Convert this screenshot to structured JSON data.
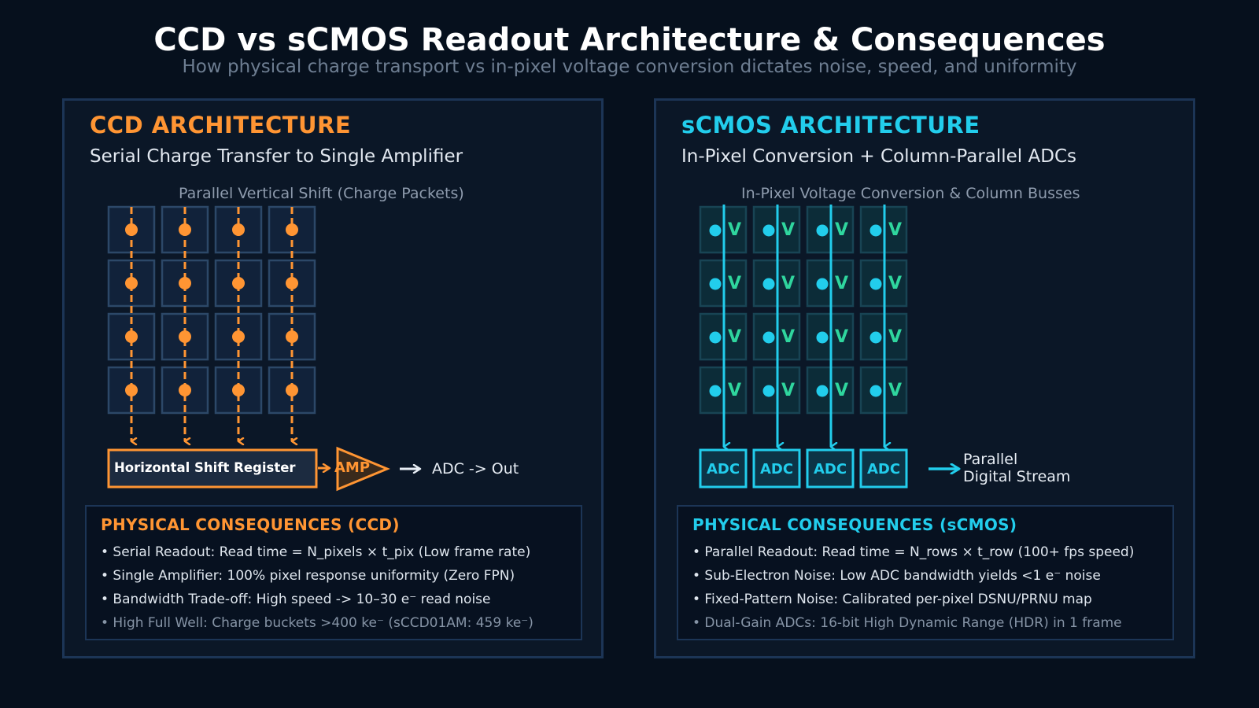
{
  "header": {
    "title": "CCD vs sCMOS Readout Architecture & Consequences",
    "subtitle": "How physical charge transport vs in-pixel voltage conversion dictates noise, speed, and uniformity"
  },
  "colors": {
    "ccd_accent": "#ff9533",
    "cmos_accent": "#22cdec",
    "cmos_voltage": "#2fd69e",
    "background": "#06101d",
    "panel_border": "#1c3556"
  },
  "ccd": {
    "heading": "CCD ARCHITECTURE",
    "subheading": "Serial Charge Transfer to Single Amplifier",
    "array_caption": "Parallel Vertical Shift (Charge Packets)",
    "shift_register_label": "Horizontal Shift Register",
    "amp_label": "AMP",
    "output_label": "ADC -> Out",
    "consequences": {
      "title": "PHYSICAL CONSEQUENCES (CCD)",
      "items": [
        "• Serial Readout: Read time = N_pixels × t_pix (Low frame rate)",
        "• Single Amplifier: 100% pixel response uniformity (Zero FPN)",
        "• Bandwidth Trade-off: High speed -> 10–30 e⁻ read noise",
        "• High Full Well: Charge buckets >400 ke⁻ (sCCD01AM: 459 ke⁻)"
      ]
    }
  },
  "cmos": {
    "heading": "sCMOS ARCHITECTURE",
    "subheading": "In-Pixel Conversion + Column-Parallel ADCs",
    "array_caption": "In-Pixel Voltage Conversion & Column Busses",
    "pixel_label": "V",
    "adc_label": "ADC",
    "output_label_line1": "Parallel",
    "output_label_line2": "Digital Stream",
    "consequences": {
      "title": "PHYSICAL CONSEQUENCES (sCMOS)",
      "items": [
        "• Parallel Readout: Read time = N_rows × t_row (100+ fps speed)",
        "• Sub-Electron Noise: Low ADC bandwidth yields <1 e⁻ noise",
        "• Fixed-Pattern Noise: Calibrated per-pixel DSNU/PRNU map",
        "• Dual-Gain ADCs: 16-bit High Dynamic Range (HDR) in 1 frame"
      ]
    }
  },
  "grid": {
    "rows": 4,
    "cols": 4
  }
}
